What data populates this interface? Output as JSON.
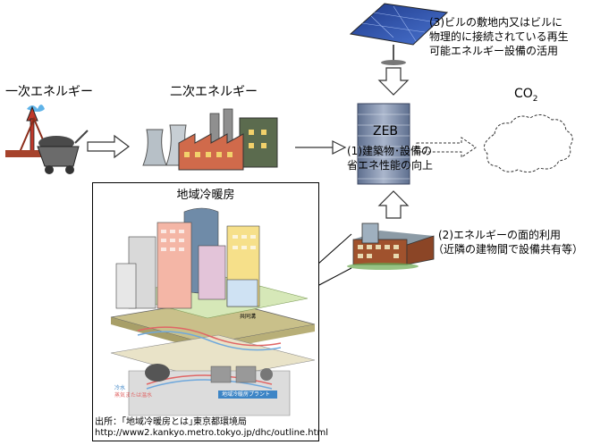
{
  "labels": {
    "primary_energy": "一次エネルギー",
    "secondary_energy": "二次エネルギー",
    "co2": "CO",
    "co2_sub": "2",
    "zeb": "ZEB",
    "zeb_desc_line1": "(1)建築物･設備の",
    "zeb_desc_line2": "省エネ性能の向上",
    "solar_line1": "(3)ビルの敷地内又はビルに",
    "solar_line2": "物理的に接続されている再生",
    "solar_line3": "可能エネルギー設備の活用",
    "area_line1": "(2)エネルギーの面的利用",
    "area_line2": "（近隣の建物間で設備共有等）",
    "dhc_title": "地域冷暖房",
    "source_line1": "出所：｢地域冷暖房とは｣東京都環境局",
    "source_line2": "http://www2.kankyo.metro.tokyo.jp/dhc/outline.html",
    "inset_street": "共同溝",
    "inset_legend1": "冷水",
    "inset_legend2": "蒸気または温水",
    "inset_plant": "地域冷暖房プラント"
  },
  "colors": {
    "arrow_stroke": "#333333",
    "box_border": "#000000",
    "zeb_building": "#7a8aa6",
    "ground": "#c9c08a",
    "pipe_cold": "#6fa8dc",
    "pipe_hot": "#e06666",
    "plant_banner": "#3d85c6"
  }
}
